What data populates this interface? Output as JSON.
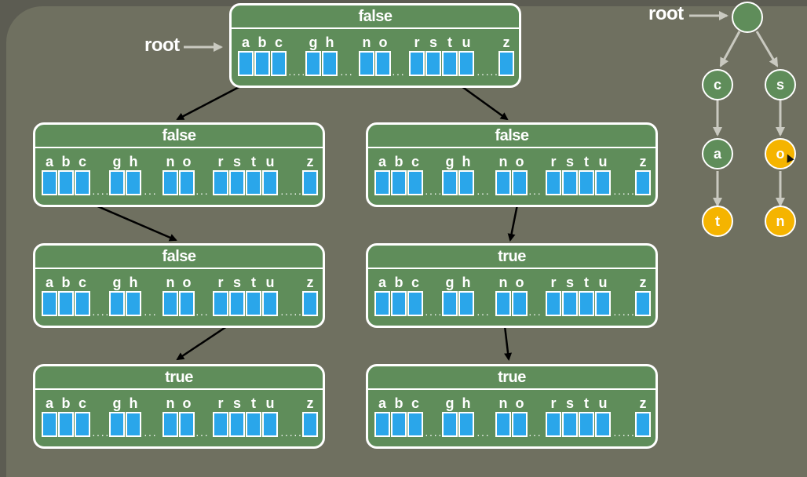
{
  "root_label": "root",
  "tree_root_label": "root",
  "letter_labels": [
    "a",
    "b",
    "c",
    "g",
    "h",
    "n",
    "o",
    "r",
    "s",
    "t",
    "u",
    "z"
  ],
  "nodes": [
    {
      "id": "n0",
      "flag": "false"
    },
    {
      "id": "n1",
      "flag": "false"
    },
    {
      "id": "n2",
      "flag": "false"
    },
    {
      "id": "n3",
      "flag": "false"
    },
    {
      "id": "n4",
      "flag": "true"
    },
    {
      "id": "n5",
      "flag": "true"
    },
    {
      "id": "n6",
      "flag": "true"
    }
  ],
  "trie": {
    "left_branch": [
      "c",
      "a",
      "t"
    ],
    "right_branch": [
      "s",
      "o",
      "n"
    ]
  },
  "colors": {
    "node_fill": "#5f8d5a",
    "cell_fill": "#2aa6ea",
    "word_end": "#f5b400",
    "background": "#6f7060"
  }
}
